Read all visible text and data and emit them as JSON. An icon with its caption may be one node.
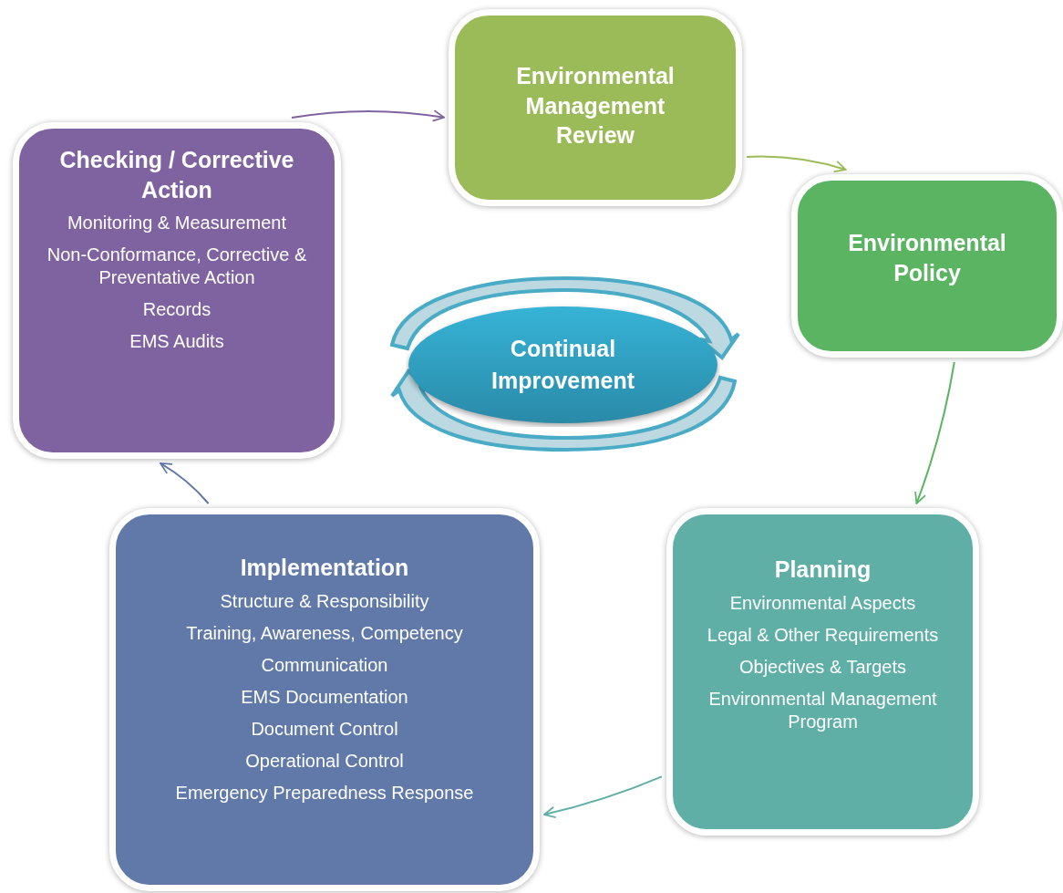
{
  "diagram": {
    "nodes": [
      {
        "text": [
          "Environmental Management Review"
        ]
      },
      {
        "text": [
          "Environmental Policy"
        ]
      },
      {
        "text": [
          "Planning",
          "Environmental Aspects",
          "Legal & Other Requirements",
          "Objectives & Targets",
          "Environmental Management Program"
        ]
      },
      {
        "text": [
          "Implementation",
          "Structure & Responsibility",
          "Training, Awareness, Competency",
          "Communication",
          "EMS Documentation",
          "Document Control",
          "Operational Control",
          "Emergency Preparedness Response"
        ]
      },
      {
        "text": [
          "Checking / Corrective Action",
          "Monitoring & Measurement",
          "Non-Conformance, Corrective & Preventative Action",
          "Records",
          "EMS Audits"
        ]
      },
      {
        "text": [
          "Continual Improvement"
        ]
      }
    ],
    "edges": [
      {
        "from": 4,
        "to": 0,
        "arrow": "to",
        "color": "#8064a2"
      },
      {
        "from": 0,
        "to": 1,
        "arrow": "to",
        "color": "#9bbb59"
      },
      {
        "from": 1,
        "to": 2,
        "arrow": "to",
        "color": "#5bb462"
      },
      {
        "from": 2,
        "to": 3,
        "arrow": "to",
        "color": "#5fafa6"
      },
      {
        "from": 3,
        "to": 4,
        "arrow": "to",
        "color": "#6079a8"
      }
    ]
  }
}
